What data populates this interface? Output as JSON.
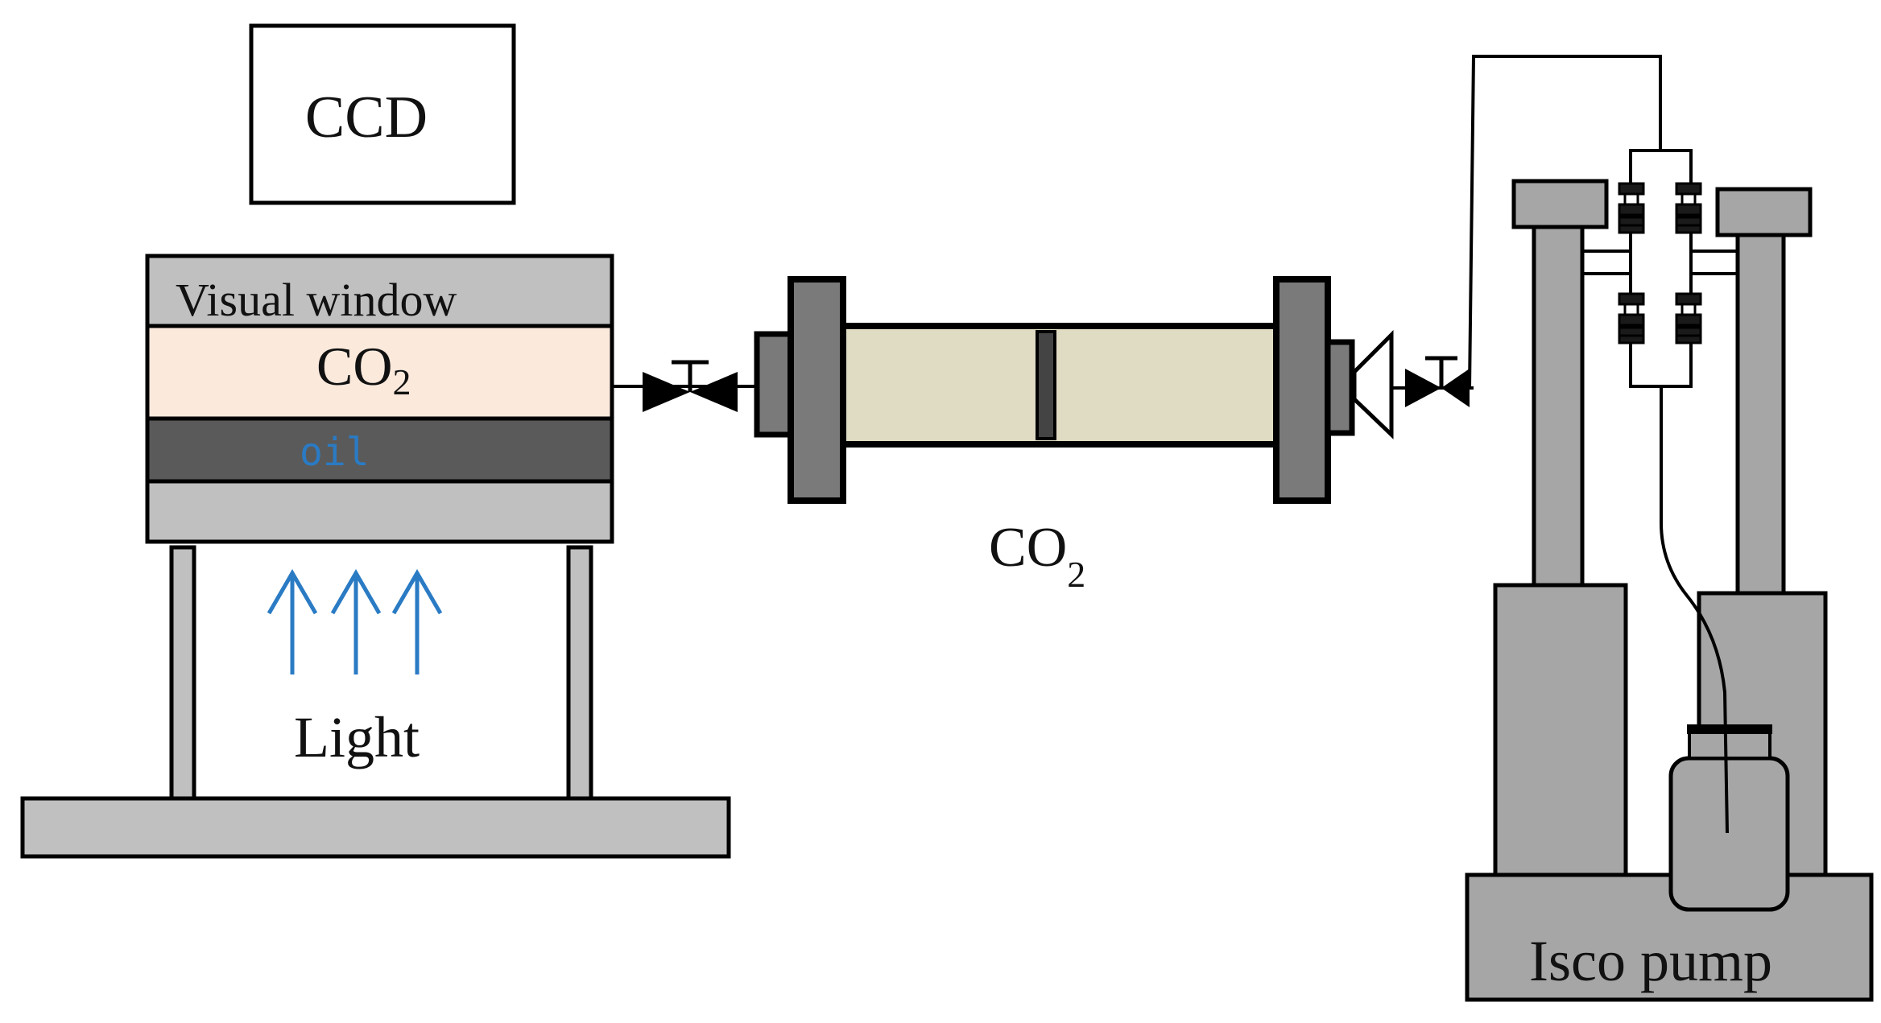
{
  "labels": {
    "ccd": "CCD",
    "visual_window": "Visual window",
    "window_gas_main": "CO",
    "window_gas_sub": "2",
    "oil": "oil",
    "light": "Light",
    "vessel_gas_main": "CO",
    "vessel_gas_sub": "2",
    "pump": "Isco pump"
  },
  "colors": {
    "stroke": "#000000",
    "panel_gray": "#c0c0c0",
    "co2_layer": "#fbe9dc",
    "oil_layer": "#5a5a5a",
    "oil_text": "#2a7bc4",
    "light_arrows": "#2a7bc4",
    "cylinder_body": "#e0dcc4",
    "flange": "#7a7a7a",
    "pump_gray": "#a6a6a6"
  },
  "icons": {
    "valve_left": "needle-valve-icon",
    "valve_right": "needle-valve-icon",
    "check_valve": "check-valve-icon",
    "light_arrows": "up-arrow-icon"
  }
}
